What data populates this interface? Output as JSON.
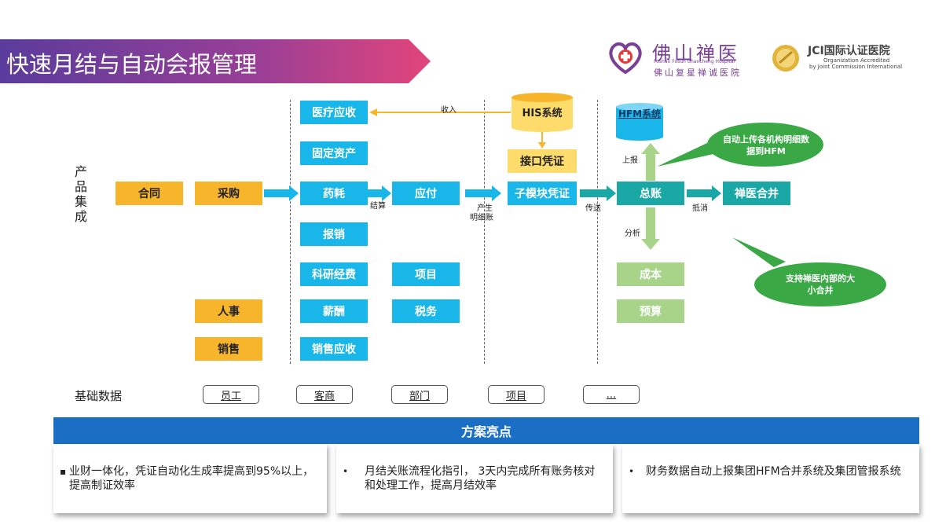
{
  "title": "快速月结与自动会报管理",
  "logo": {
    "hospital_cn": "佛山禅医",
    "hospital_en": "Foshan Fosun Chancheng Hospital",
    "hospital_cn2": "佛山复星禅诚医院",
    "jci_title": "JCI国际认证医院",
    "jci_line1": "Organization Accredited",
    "jci_line2": "by Joint Commission International"
  },
  "left_label": "产品集成",
  "base_label": "基础数据",
  "boxes": {
    "yiliao": "医疗应收",
    "guding": "固定资产",
    "yaohao": "药耗",
    "baoxiao": "报销",
    "keyan": "科研经费",
    "xinchou": "薪酬",
    "xiaoshou_ys": "销售应收",
    "hetong": "合同",
    "caigou": "采购",
    "renshi": "人事",
    "xiaoshou": "销售",
    "yingfu": "应付",
    "xiangmu": "项目",
    "shuiwu": "税务",
    "his": "HIS系统",
    "jiekou": "接口凭证",
    "zimokuai": "子模块凭证",
    "hfm": "HFM系统",
    "zongzhang": "总账",
    "chanyi": "禅医合并",
    "chengben": "成本",
    "yusuan": "预算"
  },
  "labels": {
    "shouru": "收入",
    "jiesuan": "结算",
    "chansheng1": "产生",
    "chansheng2": "明细账",
    "chuansong": "传送",
    "dixiao": "抵消",
    "shangbao": "上报",
    "fenxi": "分析"
  },
  "callouts": {
    "top": "自动上传各机构明细数据到HFM",
    "bottom": "支持禅医内部的大小合并"
  },
  "base_items": [
    "员工",
    "客商",
    "部门",
    "项目",
    "..."
  ],
  "highlights": {
    "header": "方案亮点",
    "items": [
      {
        "bullet": "▪",
        "text": "业财一体化，凭证自动化生成率提高到95%以上，提高制证效率"
      },
      {
        "bullet": "•",
        "text": "月结关账流程化指引， 3天内完成所有账务核对和处理工作，提高月结效率"
      },
      {
        "bullet": "•",
        "text": "财务数据自动上报集团HFM合并系统及集团管报系统"
      }
    ]
  },
  "colors": {
    "blue": "#19b6ea",
    "orange": "#f7b52c",
    "teal": "#1aa8a7",
    "green": "#a8d48a",
    "callout_green": "#3aa845",
    "header_blue": "#1a6fc4",
    "title_gradient_start": "#6a3ca0",
    "title_gradient_end": "#e0457a"
  }
}
